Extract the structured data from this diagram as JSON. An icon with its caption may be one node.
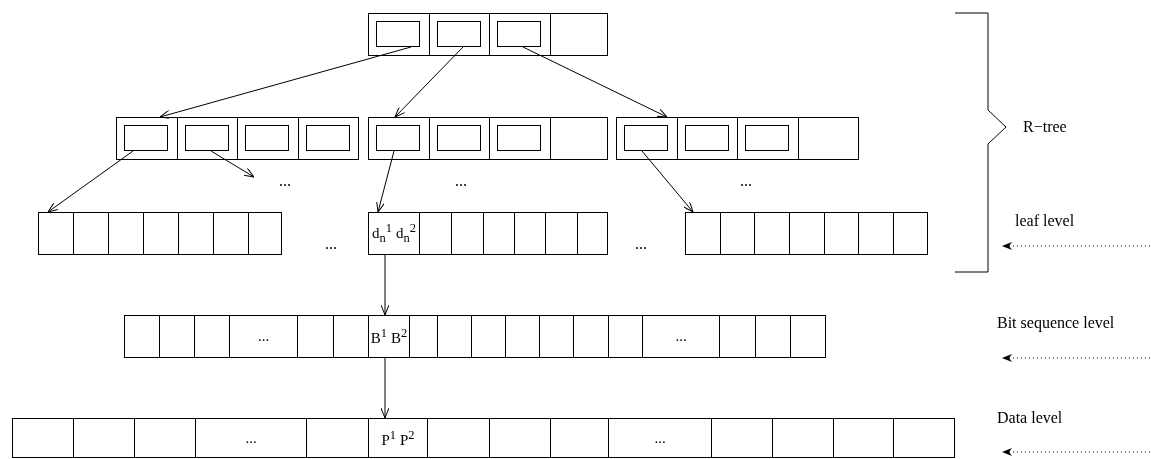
{
  "diagram": {
    "nodes": [
      {
        "text": [],
        "shape": "box"
      },
      {
        "text": [],
        "shape": "box",
        "in": 0
      },
      {
        "text": [],
        "shape": "box",
        "in": 0
      },
      {
        "text": [],
        "shape": "box",
        "in": 0
      },
      {
        "text": [],
        "shape": "box"
      },
      {
        "text": [],
        "shape": "box",
        "in": 4
      },
      {
        "text": [],
        "shape": "box",
        "in": 4
      },
      {
        "text": [],
        "shape": "box",
        "in": 4
      },
      {
        "text": [],
        "shape": "box",
        "in": 4
      },
      {
        "text": [],
        "shape": "box"
      },
      {
        "text": [],
        "shape": "box",
        "in": 9
      },
      {
        "text": [],
        "shape": "box",
        "in": 9
      },
      {
        "text": [],
        "shape": "box",
        "in": 9
      },
      {
        "text": [],
        "shape": "box"
      },
      {
        "text": [],
        "shape": "box",
        "in": 13
      },
      {
        "text": [],
        "shape": "box",
        "in": 13
      },
      {
        "text": [],
        "shape": "box",
        "in": 13
      },
      {
        "text": [],
        "shape": "box"
      },
      {
        "text": [],
        "shape": "box"
      },
      {
        "text": [
          "d$_{n}$$^{1}$",
          "d$_{n}$$^{2}$"
        ],
        "in": 18
      },
      {
        "text": [],
        "shape": "box"
      },
      {
        "text": [],
        "shape": "box"
      },
      {
        "text": [
          "..."
        ],
        "in": 21
      },
      {
        "text": [
          "B$^{1}$",
          "B$^{2}$"
        ],
        "in": 21
      },
      {
        "text": [
          "..."
        ],
        "in": 21
      },
      {
        "text": [],
        "shape": "box"
      },
      {
        "text": [
          "..."
        ],
        "in": 25
      },
      {
        "text": [
          "P$^{1}$",
          "P$^{2}$"
        ],
        "in": 25
      },
      {
        "text": [
          "..."
        ],
        "in": 25
      }
    ],
    "edges": [
      {
        "from": 1,
        "to": 4,
        "arrow": "to"
      },
      {
        "from": 2,
        "to": 9,
        "arrow": "to"
      },
      {
        "from": 3,
        "to": 13,
        "arrow": "to"
      },
      {
        "from": 5,
        "to": 17,
        "arrow": "to"
      },
      {
        "from": 6,
        "to": null,
        "arrow": "to"
      },
      {
        "from": 10,
        "to": 19,
        "arrow": "to"
      },
      {
        "from": 14,
        "to": 20,
        "arrow": "to"
      },
      {
        "from": 19,
        "to": 23,
        "arrow": "to"
      },
      {
        "from": 23,
        "to": 27,
        "arrow": "to"
      }
    ],
    "labels": [
      "R−tree",
      "...",
      "...",
      "...",
      "leaf level",
      "...",
      "...",
      "Bit sequence level",
      "Data level"
    ]
  }
}
